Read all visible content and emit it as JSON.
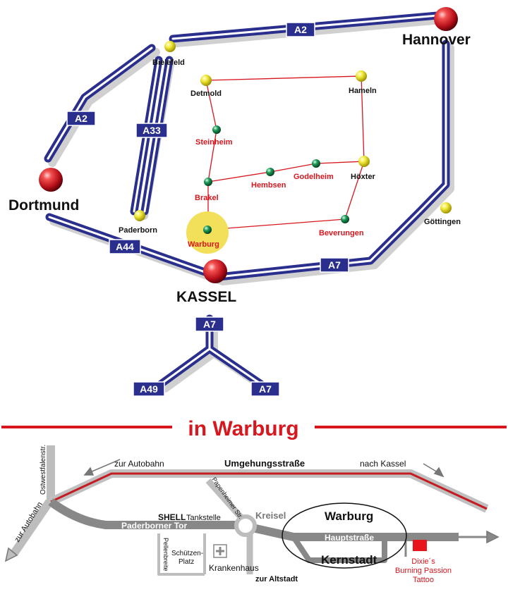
{
  "region_map": {
    "cities_major": {
      "hannover": "Hannover",
      "dortmund": "Dortmund",
      "kassel": "KASSEL"
    },
    "cities_minor": {
      "bielefeld": "Bielefeld",
      "detmold": "Detmold",
      "hameln": "Hameln",
      "paderborn": "Paderborn",
      "goettingen": "Göttingen",
      "hoexter": "Höxter"
    },
    "route_towns": {
      "steinheim": "Steinheim",
      "brakel": "Brakel",
      "hembsen": "Hembsen",
      "godelheim": "Godelheim",
      "beverungen": "Beverungen",
      "warburg": "Warburg"
    },
    "highways": {
      "a2_top": "A2",
      "a2_left": "A2",
      "a33": "A33",
      "a44": "A44",
      "a7_right": "A7",
      "a7_south": "A7",
      "a49": "A49",
      "a7_branch": "A7"
    },
    "colors": {
      "highway": "#2a2e8c",
      "route": "#d8161e",
      "route_text": "#d8161e",
      "highlight": "#f3e05a"
    }
  },
  "divider": {
    "title": "in Warburg",
    "color": "#d8161e"
  },
  "town_map": {
    "streets": {
      "ostwestfalen": "Ostwestfalenstr.",
      "zur_autobahn_left": "zur Autobahn",
      "zur_autobahn_top": "zur Autobahn",
      "umgehung": "Umgehungsstraße",
      "nach_kassel": "nach Kassel",
      "papen": "Papenheimer Str.",
      "kreisel": "Kreisel",
      "shell_brand": "SHELL",
      "shell_rest": "Tankstelle",
      "paderborner_tor": "Paderborner Tor",
      "warburg": "Warburg",
      "hauptstrasse": "Hauptstraße",
      "kernstadt": "Kernstadt",
      "pellenbreite": "Pellenbreite",
      "schuetzen_1": "Schützen-",
      "schuetzen_2": "Platz",
      "krankenhaus": "Krankenhaus",
      "zur_altstadt": "zur Altstadt"
    },
    "shop": {
      "line1": "Dixie´s",
      "line2": "Burning Passion",
      "line3": "Tattoo",
      "color": "#d8161e"
    }
  }
}
